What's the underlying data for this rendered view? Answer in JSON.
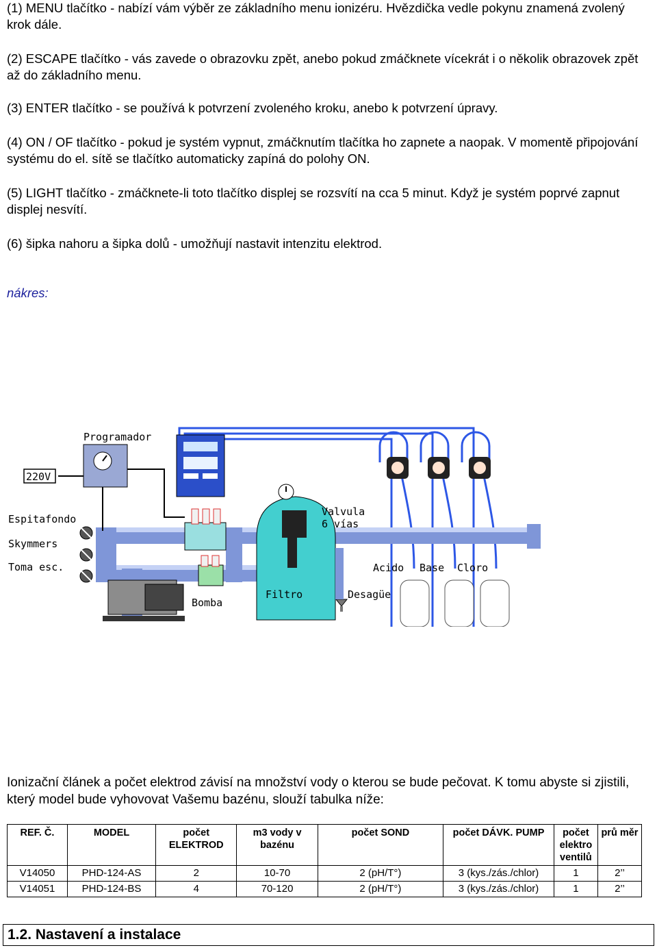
{
  "paragraphs": {
    "p1": "(1) MENU tlačítko - nabízí vám výběr ze základního menu ionizéru. Hvězdička vedle pokynu znamená zvolený krok dále.",
    "p2": "(2) ESCAPE tlačítko - vás zavede o obrazovku zpět, anebo pokud zmáčknete vícekrát i o několik obrazovek zpět až do základního menu.",
    "p3": "(3) ENTER tlačítko - se používá k potvrzení zvoleného kroku, anebo k potvrzení úpravy.",
    "p4": "(4) ON / OF tlačítko - pokud je systém vypnut, zmáčknutím tlačítka ho zapnete a naopak. V momentě připojování systému do el. sítě se tlačítko automaticky zapíná do polohy ON.",
    "p5": "(5) LIGHT tlačítko - zmáčknete-li toto tlačítko displej se rozsvítí na cca 5 minut. Když je systém poprvé zapnut displej nesvítí.",
    "p6": "(6) šipka nahoru a šipka dolů - umožňují nastavit intenzitu elektrod."
  },
  "drawing_label": "nákres:",
  "diagram": {
    "programador": "Programador",
    "voltage": "220V",
    "espitafondo": "Espitafondo",
    "skymmers": "Skymmers",
    "toma": "Toma esc.",
    "bomba": "Bomba",
    "filtro": "Filtro",
    "valvula_1": "Valvula",
    "valvula_2": "6 vías",
    "desague": "Desagüe",
    "acido": "Acido",
    "base": "Base",
    "cloro": "Cloro"
  },
  "intro": "Ionizační článek a počet elektrod závisí na množství vody o kterou se bude pečovat. K tomu abyste si zjistili, který model bude vyhovovat Vašemu bazénu, slouží tabulka níže:",
  "table": {
    "headers": [
      "REF. Č.",
      "MODEL",
      "počet ELEKTROD",
      "m3 vody v bazénu",
      "počet SOND",
      "počet DÁVK. PUMP",
      "počet elektro ventilů",
      "prů měr"
    ],
    "rows": [
      [
        "V14050",
        "PHD-124-AS",
        "2",
        "10-70",
        "2 (pH/T°)",
        "3 (kys./zás./chlor)",
        "1",
        "2’’"
      ],
      [
        "V14051",
        "PHD-124-BS",
        "4",
        "70-120",
        "2 (pH/T°)",
        "3 (kys./zás./chlor)",
        "1",
        "2’’"
      ]
    ]
  },
  "section_title": "1.2. Nastavení a instalace",
  "colors": {
    "pipe": "#7f96d8",
    "pipe_light": "#c5d2f5",
    "tube": "#2d57e6",
    "filter": "#43cfcf",
    "text_blue": "#1a1f9c"
  }
}
